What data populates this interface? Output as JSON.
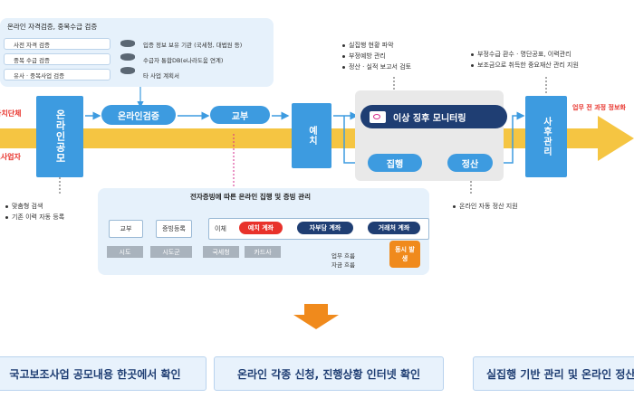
{
  "colors": {
    "main_arrow": "#f5c542",
    "blue": "#3d9be0",
    "navy": "#1f3e73",
    "orange": "#f08a1c",
    "red_label": "#e8322b",
    "magenta": "#d62a8b"
  },
  "verify_panel": {
    "title": "온라인 자격검증, 중복수급 검증",
    "checks": [
      "사전 자격 검증",
      "중복 수급 검증",
      "유사 · 중복사업 검증"
    ],
    "db_labels": [
      "입증 정보 보유 기관 (국세청, 대법원 등)",
      "수급자 통합DB(e나라도움 연계)",
      "타 사업 계획서"
    ]
  },
  "left_labels": [
    "자치단체",
    "보조사업자"
  ],
  "flow": {
    "online_notice": "온라인공모",
    "online_verify": "온라인검증",
    "grant": "교부",
    "deposit": "예치",
    "execution": "집행",
    "settlement": "정산",
    "post_mgmt": "사후관리"
  },
  "monitoring": {
    "label": "이상 징후 모니터링"
  },
  "top_notes": {
    "middle": [
      "실집행 현황 파악",
      "부정예방 관리",
      "정산 · 실적 보고서 검토"
    ],
    "right": [
      "부정수급 환수 · 명단공표, 이력관리",
      "보조금으로 취득한 중요재산 관리 지원"
    ]
  },
  "right_label": "업무 전 과정 정보화",
  "bottom_notes": {
    "left": [
      "맞춤형 검색",
      "기존 이력 자동 등록"
    ],
    "right": [
      "온라인 자동 정산 지원"
    ]
  },
  "evidence_panel": {
    "title": "전자증빙에 따른 온라인 집행 및 증빙 관리",
    "grant": "교부",
    "evidence_reg": "증빙등록",
    "transfer_label": "이체",
    "deposit_account": "예치 계좌",
    "self_account": "자부담 계좌",
    "vendor_account": "거래처 계좌",
    "simultaneous": "동시 발생",
    "sources": [
      "시도",
      "시도군",
      "국세청",
      "카드사"
    ],
    "legend": [
      "업무 흐름",
      "자금 흐름"
    ]
  },
  "bottom_buttons": [
    "국고보조사업 공모내용 한곳에서 확인",
    "온라인 각종 신청, 진행상황 인터넷 확인",
    "실집행 기반 관리 및 온라인 정산"
  ]
}
